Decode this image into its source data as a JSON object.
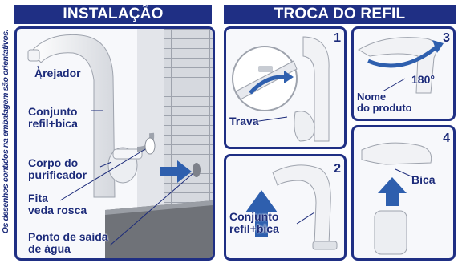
{
  "side_note": "Os desenhos contidos na embalagem são orientativos.",
  "installation": {
    "title": "INSTALAÇÃO",
    "labels": {
      "aerator": "Arejador",
      "spout_line1": "Conjunto",
      "spout_line2": "refil+bica",
      "body_line1": "Corpo do",
      "body_line2": "purificador",
      "tape_line1": "Fita",
      "tape_line2": "veda rosca",
      "outlet_line1": "Ponto de saída",
      "outlet_line2": "de água"
    }
  },
  "refill": {
    "title": "TROCA DO REFIL",
    "steps": [
      {
        "number": "1",
        "label": "Trava"
      },
      {
        "number": "2",
        "label_line1": "Conjunto",
        "label_line2": "refil+bica"
      },
      {
        "number": "3",
        "angle": "180°",
        "label_line1": "Nome",
        "label_line2": "do produto"
      },
      {
        "number": "4",
        "label": "Bica"
      }
    ]
  },
  "colors": {
    "brand_blue": "#1f2f84",
    "arrow_blue": "#2e5fae",
    "tile_gray": "#c9ccd3",
    "counter_gray": "#6f7278"
  },
  "icons": [
    "faucet-illustration",
    "wall-tiles",
    "blue-arrow",
    "rotate-arrow",
    "refill-cartridge"
  ]
}
